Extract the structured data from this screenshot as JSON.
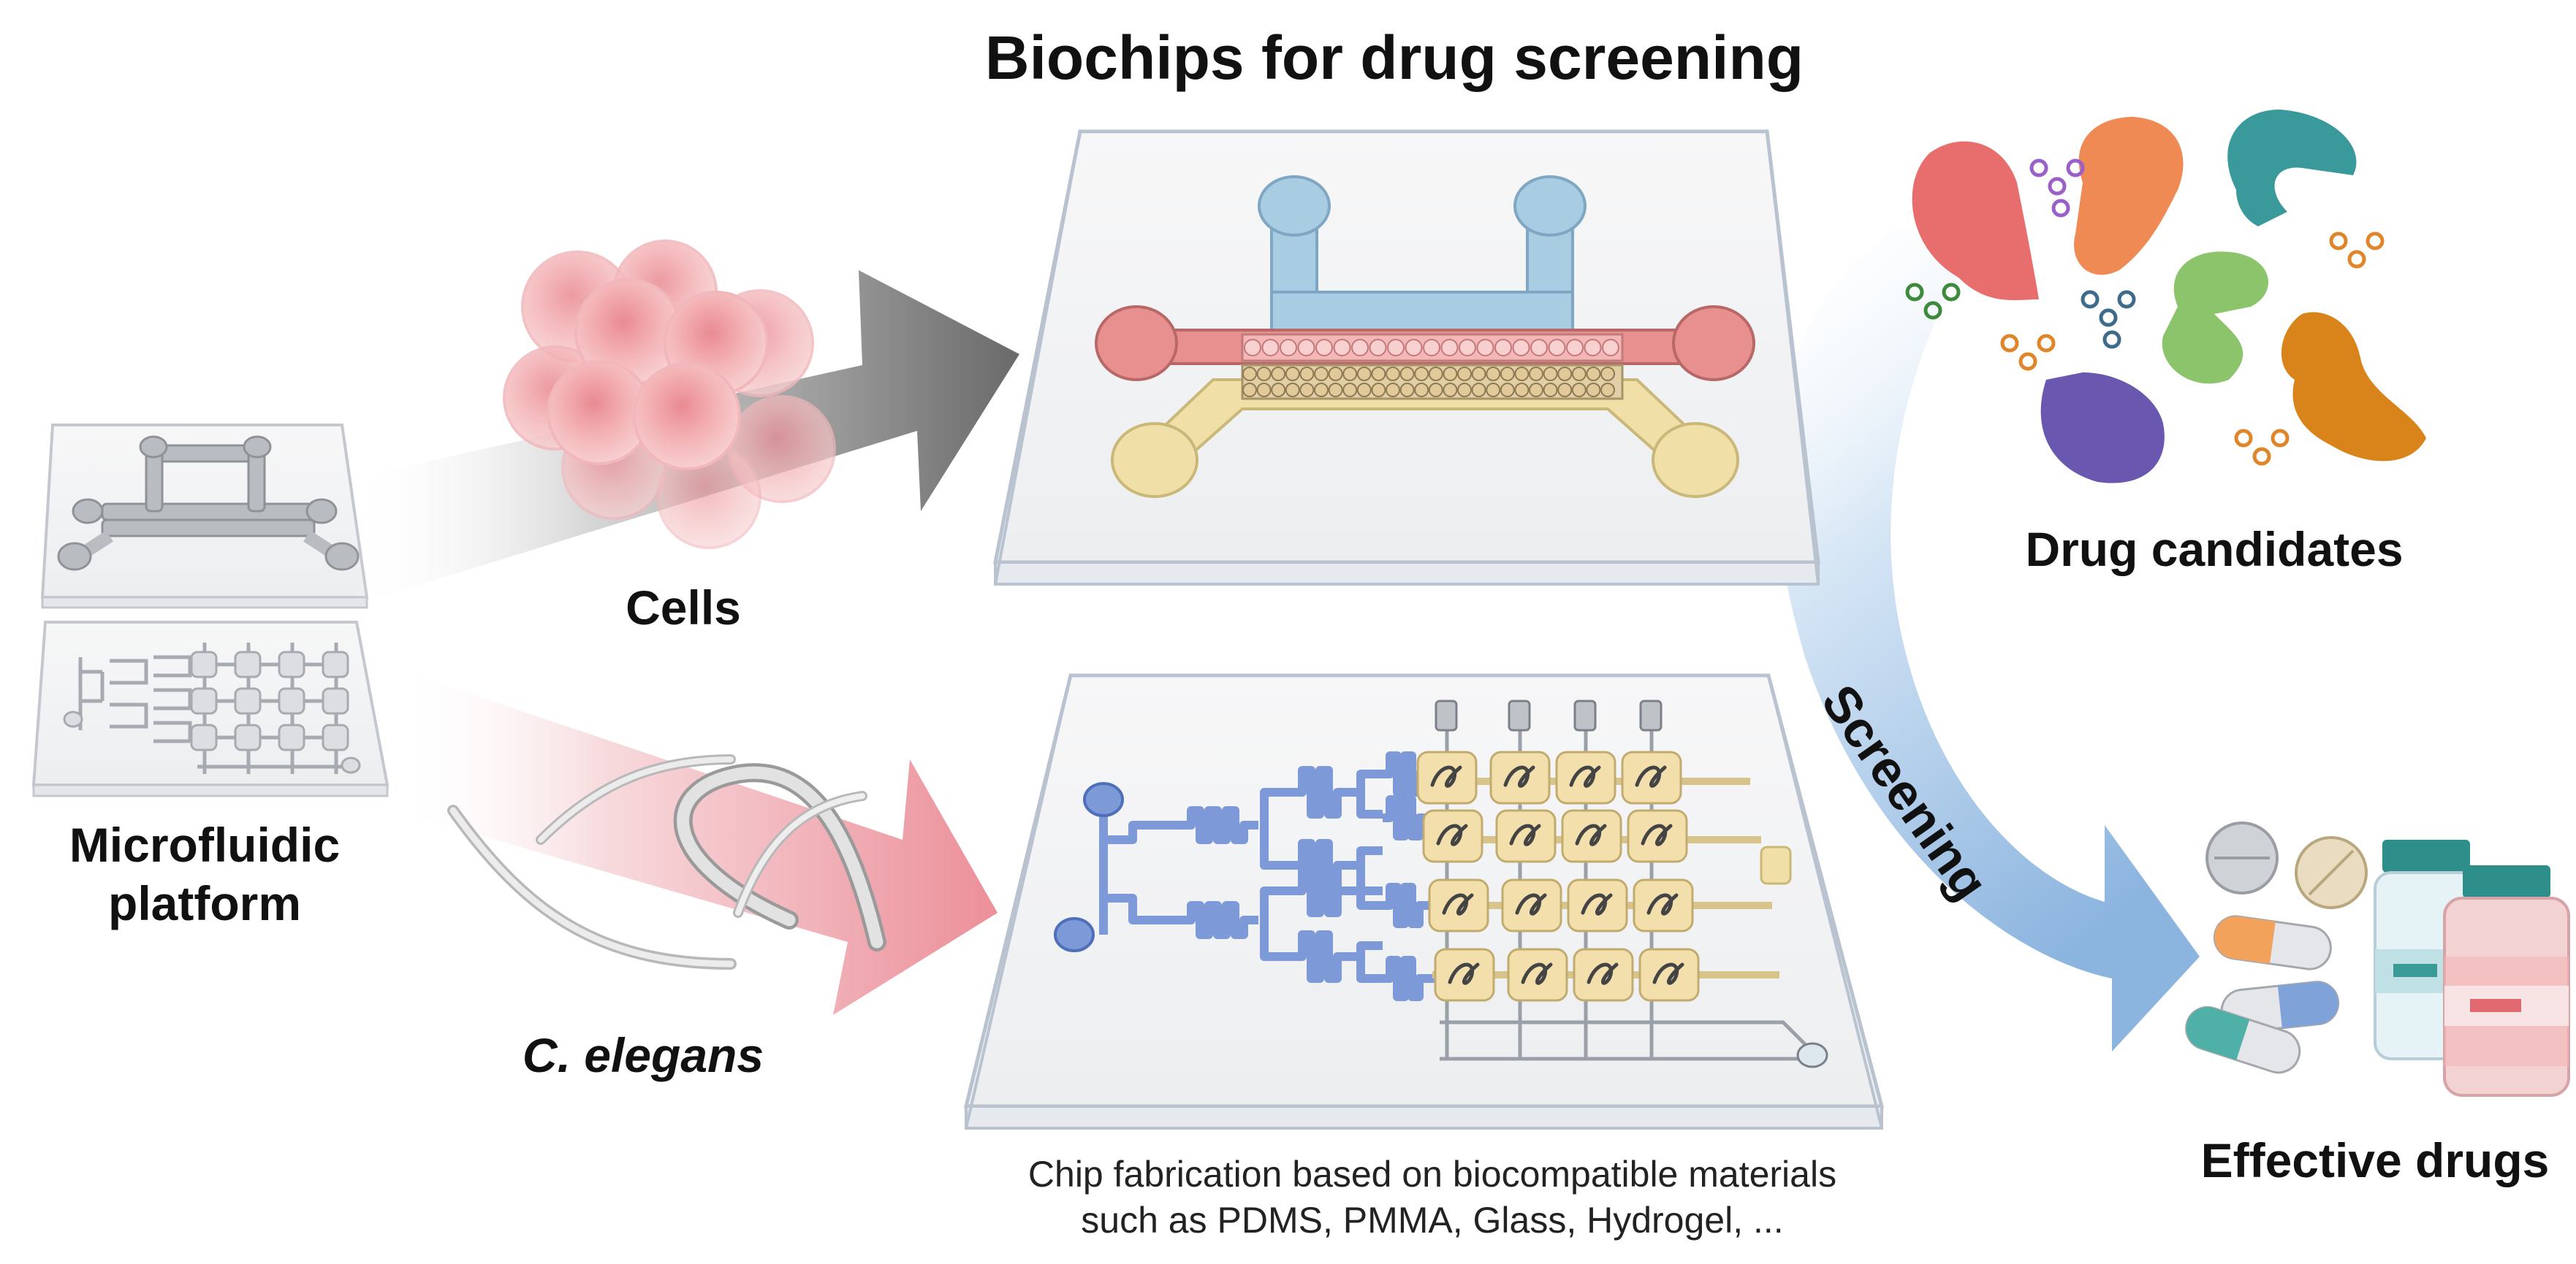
{
  "title": "Biochips for drug screening",
  "labels": {
    "microfluidic_line1": "Microfluidic",
    "microfluidic_line2": "platform",
    "cells": "Cells",
    "elegans": "C. elegans",
    "drug_candidates": "Drug candidates",
    "screening": "Screening",
    "effective_drugs": "Effective drugs",
    "fabrication_line1": "Chip fabrication based on biocompatible materials",
    "fabrication_line2": "such as PDMS, PMMA, Glass, Hydrogel, ..."
  },
  "colors": {
    "cell_pink": "#f2a5a8",
    "channel_blue": "#a8cde3",
    "channel_red": "#e89090",
    "channel_yellow": "#f0e0a8",
    "chip_gray": "#bfc3c8",
    "arrow_gray": "#6e6e6e",
    "arrow_pink": "#ee9aa2",
    "screening_blue": "#8fb8e0",
    "worm_blue": "#7d99d8",
    "chamber_yellow": "#f2dfac"
  },
  "icons": [
    "chip-icon",
    "cell-cluster-icon",
    "worm-icon",
    "protein-icon",
    "molecule-icon",
    "pill-icon",
    "vial-icon"
  ]
}
